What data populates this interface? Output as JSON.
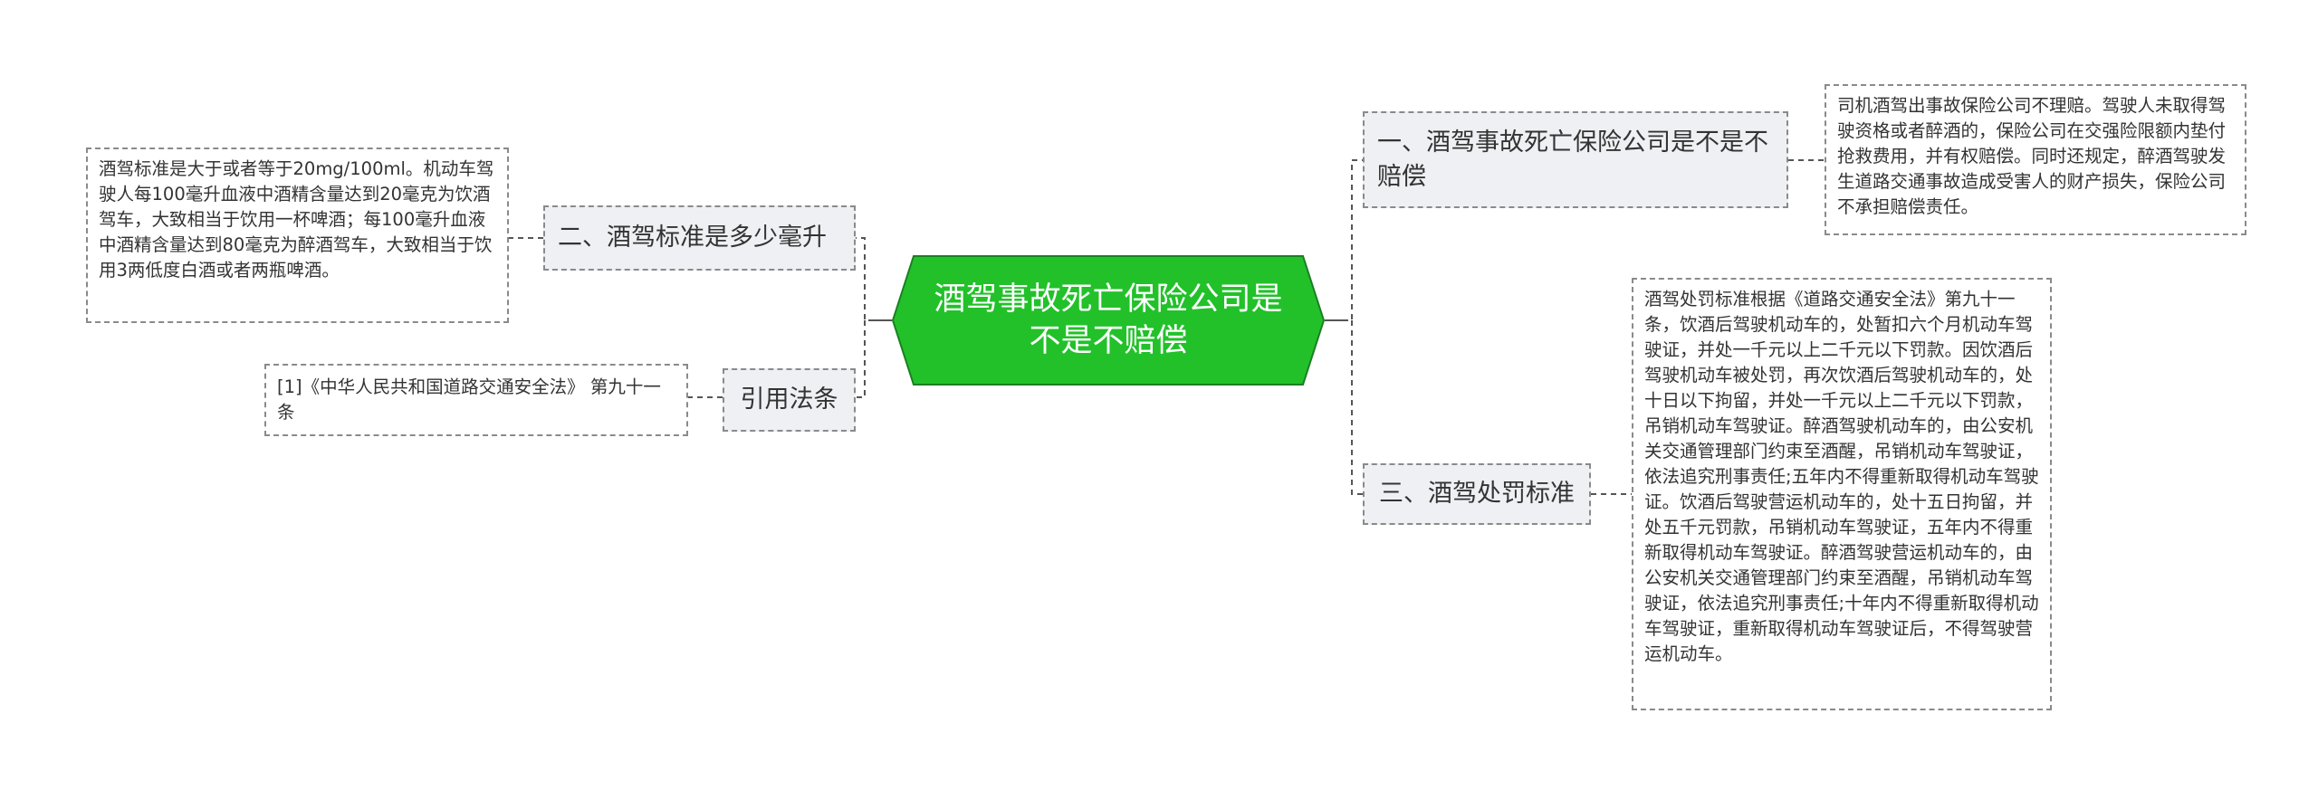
{
  "colors": {
    "root_fill": "#22c12a",
    "root_border": "#1a7f22",
    "edge": "#555555",
    "topic_fill": "#eef0f3",
    "border": "#8a8a8a"
  },
  "root": {
    "label": "酒驾事故死亡保险公司是不是不赔偿"
  },
  "left": [
    {
      "label": "二、酒驾标准是多少毫升",
      "leaf": "酒驾标准是大于或者等于20mg/100ml。机动车驾驶人每100毫升血液中酒精含量达到20毫克为饮酒驾车，大致相当于饮用一杯啤酒；每100毫升血液中酒精含量达到80毫克为醉酒驾车，大致相当于饮用3两低度白酒或者两瓶啤酒。"
    },
    {
      "label": "引用法条",
      "leaf": "[1]《中华人民共和国道路交通安全法》 第九十一条"
    }
  ],
  "right": [
    {
      "label": "一、酒驾事故死亡保险公司是不是不赔偿",
      "leaf": "司机酒驾出事故保险公司不理赔。驾驶人未取得驾驶资格或者醉酒的，保险公司在交强险限额内垫付抢救费用，并有权赔偿。同时还规定，醉酒驾驶发生道路交通事故造成受害人的财产损失，保险公司不承担赔偿责任。"
    },
    {
      "label": "三、酒驾处罚标准",
      "leaf": "酒驾处罚标准根据《道路交通安全法》第九十一条，饮酒后驾驶机动车的，处暂扣六个月机动车驾驶证，并处一千元以上二千元以下罚款。因饮酒后驾驶机动车被处罚，再次饮酒后驾驶机动车的，处十日以下拘留，并处一千元以上二千元以下罚款，吊销机动车驾驶证。醉酒驾驶机动车的，由公安机关交通管理部门约束至酒醒，吊销机动车驾驶证，依法追究刑事责任;五年内不得重新取得机动车驾驶证。饮酒后驾驶营运机动车的，处十五日拘留，并处五千元罚款，吊销机动车驾驶证，五年内不得重新取得机动车驾驶证。醉酒驾驶营运机动车的，由公安机关交通管理部门约束至酒醒，吊销机动车驾驶证，依法追究刑事责任;十年内不得重新取得机动车驾驶证，重新取得机动车驾驶证后，不得驾驶营运机动车。"
    }
  ]
}
